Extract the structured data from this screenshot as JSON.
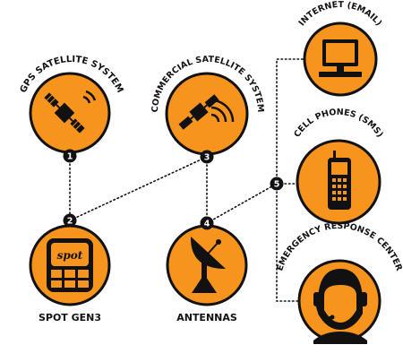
{
  "colors": {
    "node_fill": "#f7941d",
    "outline": "#111111",
    "background": "#ffffff"
  },
  "nodes": {
    "gps": {
      "label": "GPS SATELLITE SYSTEM",
      "icon": "satellite-icon"
    },
    "commercial": {
      "label": "COMMERCIAL SATELLITE SYSTEM",
      "icon": "satellite-signal-icon"
    },
    "spot": {
      "label": "SPOT GEN3",
      "icon": "spot-device-icon",
      "brand": "spot"
    },
    "antennas": {
      "label": "ANTENNAS",
      "icon": "dish-antenna-icon"
    },
    "internet": {
      "label": "INTERNET (EMAIL)",
      "icon": "computer-monitor-icon"
    },
    "cell": {
      "label": "CELL PHONES (SMS)",
      "icon": "cell-phone-icon"
    },
    "emergency": {
      "label": "EMERGENCY RESPONSE CENTER",
      "icon": "headset-operator-icon"
    }
  },
  "steps": [
    {
      "number": "1"
    },
    {
      "number": "2"
    },
    {
      "number": "3"
    },
    {
      "number": "4"
    },
    {
      "number": "5"
    }
  ]
}
